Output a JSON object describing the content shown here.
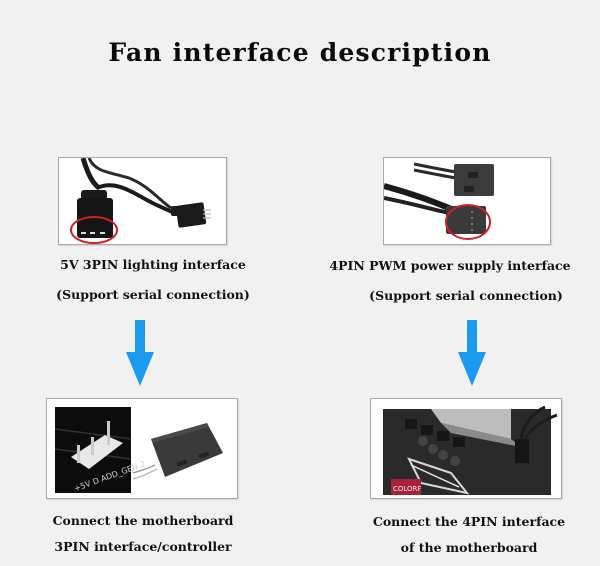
{
  "title": "Fan interface description",
  "colors": {
    "background": "#f1f1f1",
    "arrow": "#1a9bef",
    "highlight_circle": "#d0202a",
    "frame_border": "#a9a9a9"
  },
  "left_column": {
    "top_image": {
      "alt": "5V 3PIN ARGB connector cable with pin socket circled in red",
      "icon": "argb-3pin-connector"
    },
    "label_line1": "5V 3PIN lighting interface",
    "label_line2": "(Support serial connection)",
    "arrow": "down-arrow",
    "bottom_image": {
      "alt": "Motherboard 3PIN ADD_GEN 2 header and ARGB controller hub",
      "board_text": "+5V  D  ADD_GEN 2",
      "icon": "motherboard-3pin-header-controller"
    },
    "result_line1": "Connect the motherboard",
    "result_line2": "3PIN interface/controller"
  },
  "right_column": {
    "top_image": {
      "alt": "4PIN PWM fan connector cable with pin socket circled in red",
      "icon": "pwm-4pin-connector"
    },
    "label_line1": "4PIN PWM power supply interface",
    "label_line2": "(Support serial connection)",
    "arrow": "down-arrow",
    "bottom_image": {
      "alt": "Motherboard 4PIN fan header with cable plugged in",
      "board_text": "COLORF",
      "icon": "motherboard-4pin-header"
    },
    "result_line1": "Connect the 4PIN interface",
    "result_line2": "of the motherboard"
  }
}
